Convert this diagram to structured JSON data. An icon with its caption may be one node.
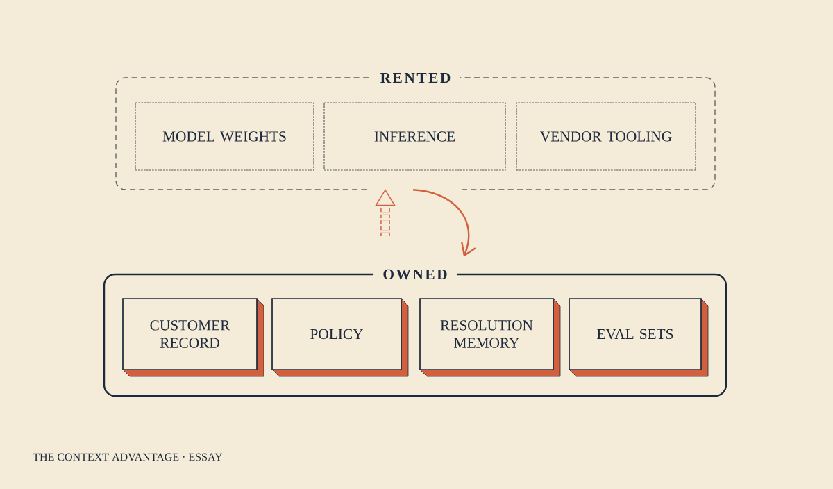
{
  "diagram": {
    "caption": "THE CONTEXT ADVANTAGE · ESSAY",
    "nodes": [
      {
        "text": [
          "RENTED"
        ]
      },
      {
        "text": [
          "MODEL WEIGHTS"
        ],
        "in": 0
      },
      {
        "text": [
          "INFERENCE"
        ],
        "in": 0
      },
      {
        "text": [
          "VENDOR TOOLING"
        ],
        "in": 0
      },
      {
        "text": [
          "OWNED"
        ]
      },
      {
        "text": [
          "CUSTOMER RECORD"
        ],
        "in": 4
      },
      {
        "text": [
          "POLICY"
        ],
        "in": 4
      },
      {
        "text": [
          "RESOLUTION MEMORY"
        ],
        "in": 4
      },
      {
        "text": [
          "EVAL SETS"
        ],
        "in": 4
      }
    ],
    "edges": [
      {
        "from": null,
        "to": 0,
        "arrow": "to",
        "style": "dashed"
      },
      {
        "from": 0,
        "to": 4,
        "arrow": "to"
      }
    ]
  }
}
